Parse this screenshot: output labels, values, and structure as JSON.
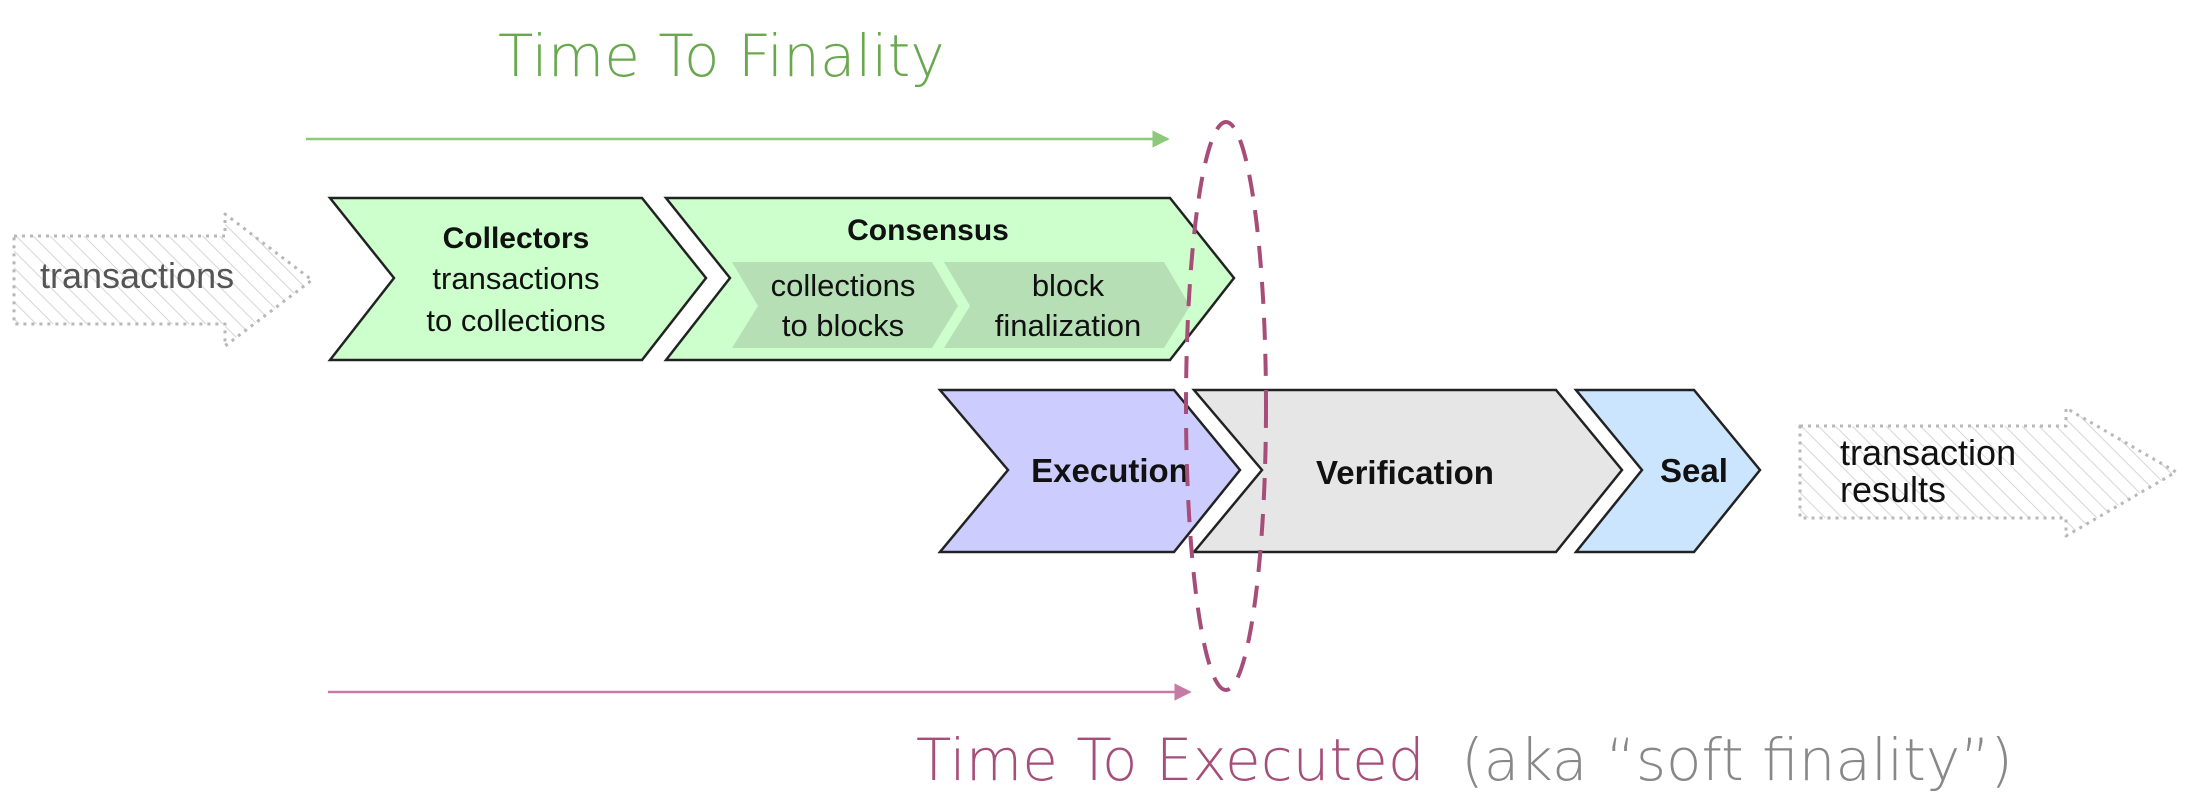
{
  "titles": {
    "finality": "Time To Finality",
    "executed": "Time To Executed",
    "executed_note": "(aka “soft finality”)"
  },
  "input": {
    "label": "transactions"
  },
  "stages": {
    "collectors": {
      "title": "Collectors",
      "line1": "transactions",
      "line2": "to collections"
    },
    "consensus": {
      "title": "Consensus",
      "sub1": {
        "line1": "collections",
        "line2": "to blocks"
      },
      "sub2": {
        "line1": "block",
        "line2": "finalization"
      }
    },
    "execution": {
      "title": "Execution"
    },
    "verification": {
      "title": "Verification"
    },
    "seal": {
      "title": "Seal"
    }
  },
  "output": {
    "line1": "transaction",
    "line2": "results"
  },
  "colors": {
    "finality": "#6aa84f",
    "executed": "#a64d79",
    "note_gray": "#888888",
    "green_fill": "#ccffcc",
    "green_inner": "#b6dfb6",
    "purple_fill": "#ccccff",
    "gray_fill": "#e6e6e6",
    "blue_fill": "#cce5ff"
  }
}
